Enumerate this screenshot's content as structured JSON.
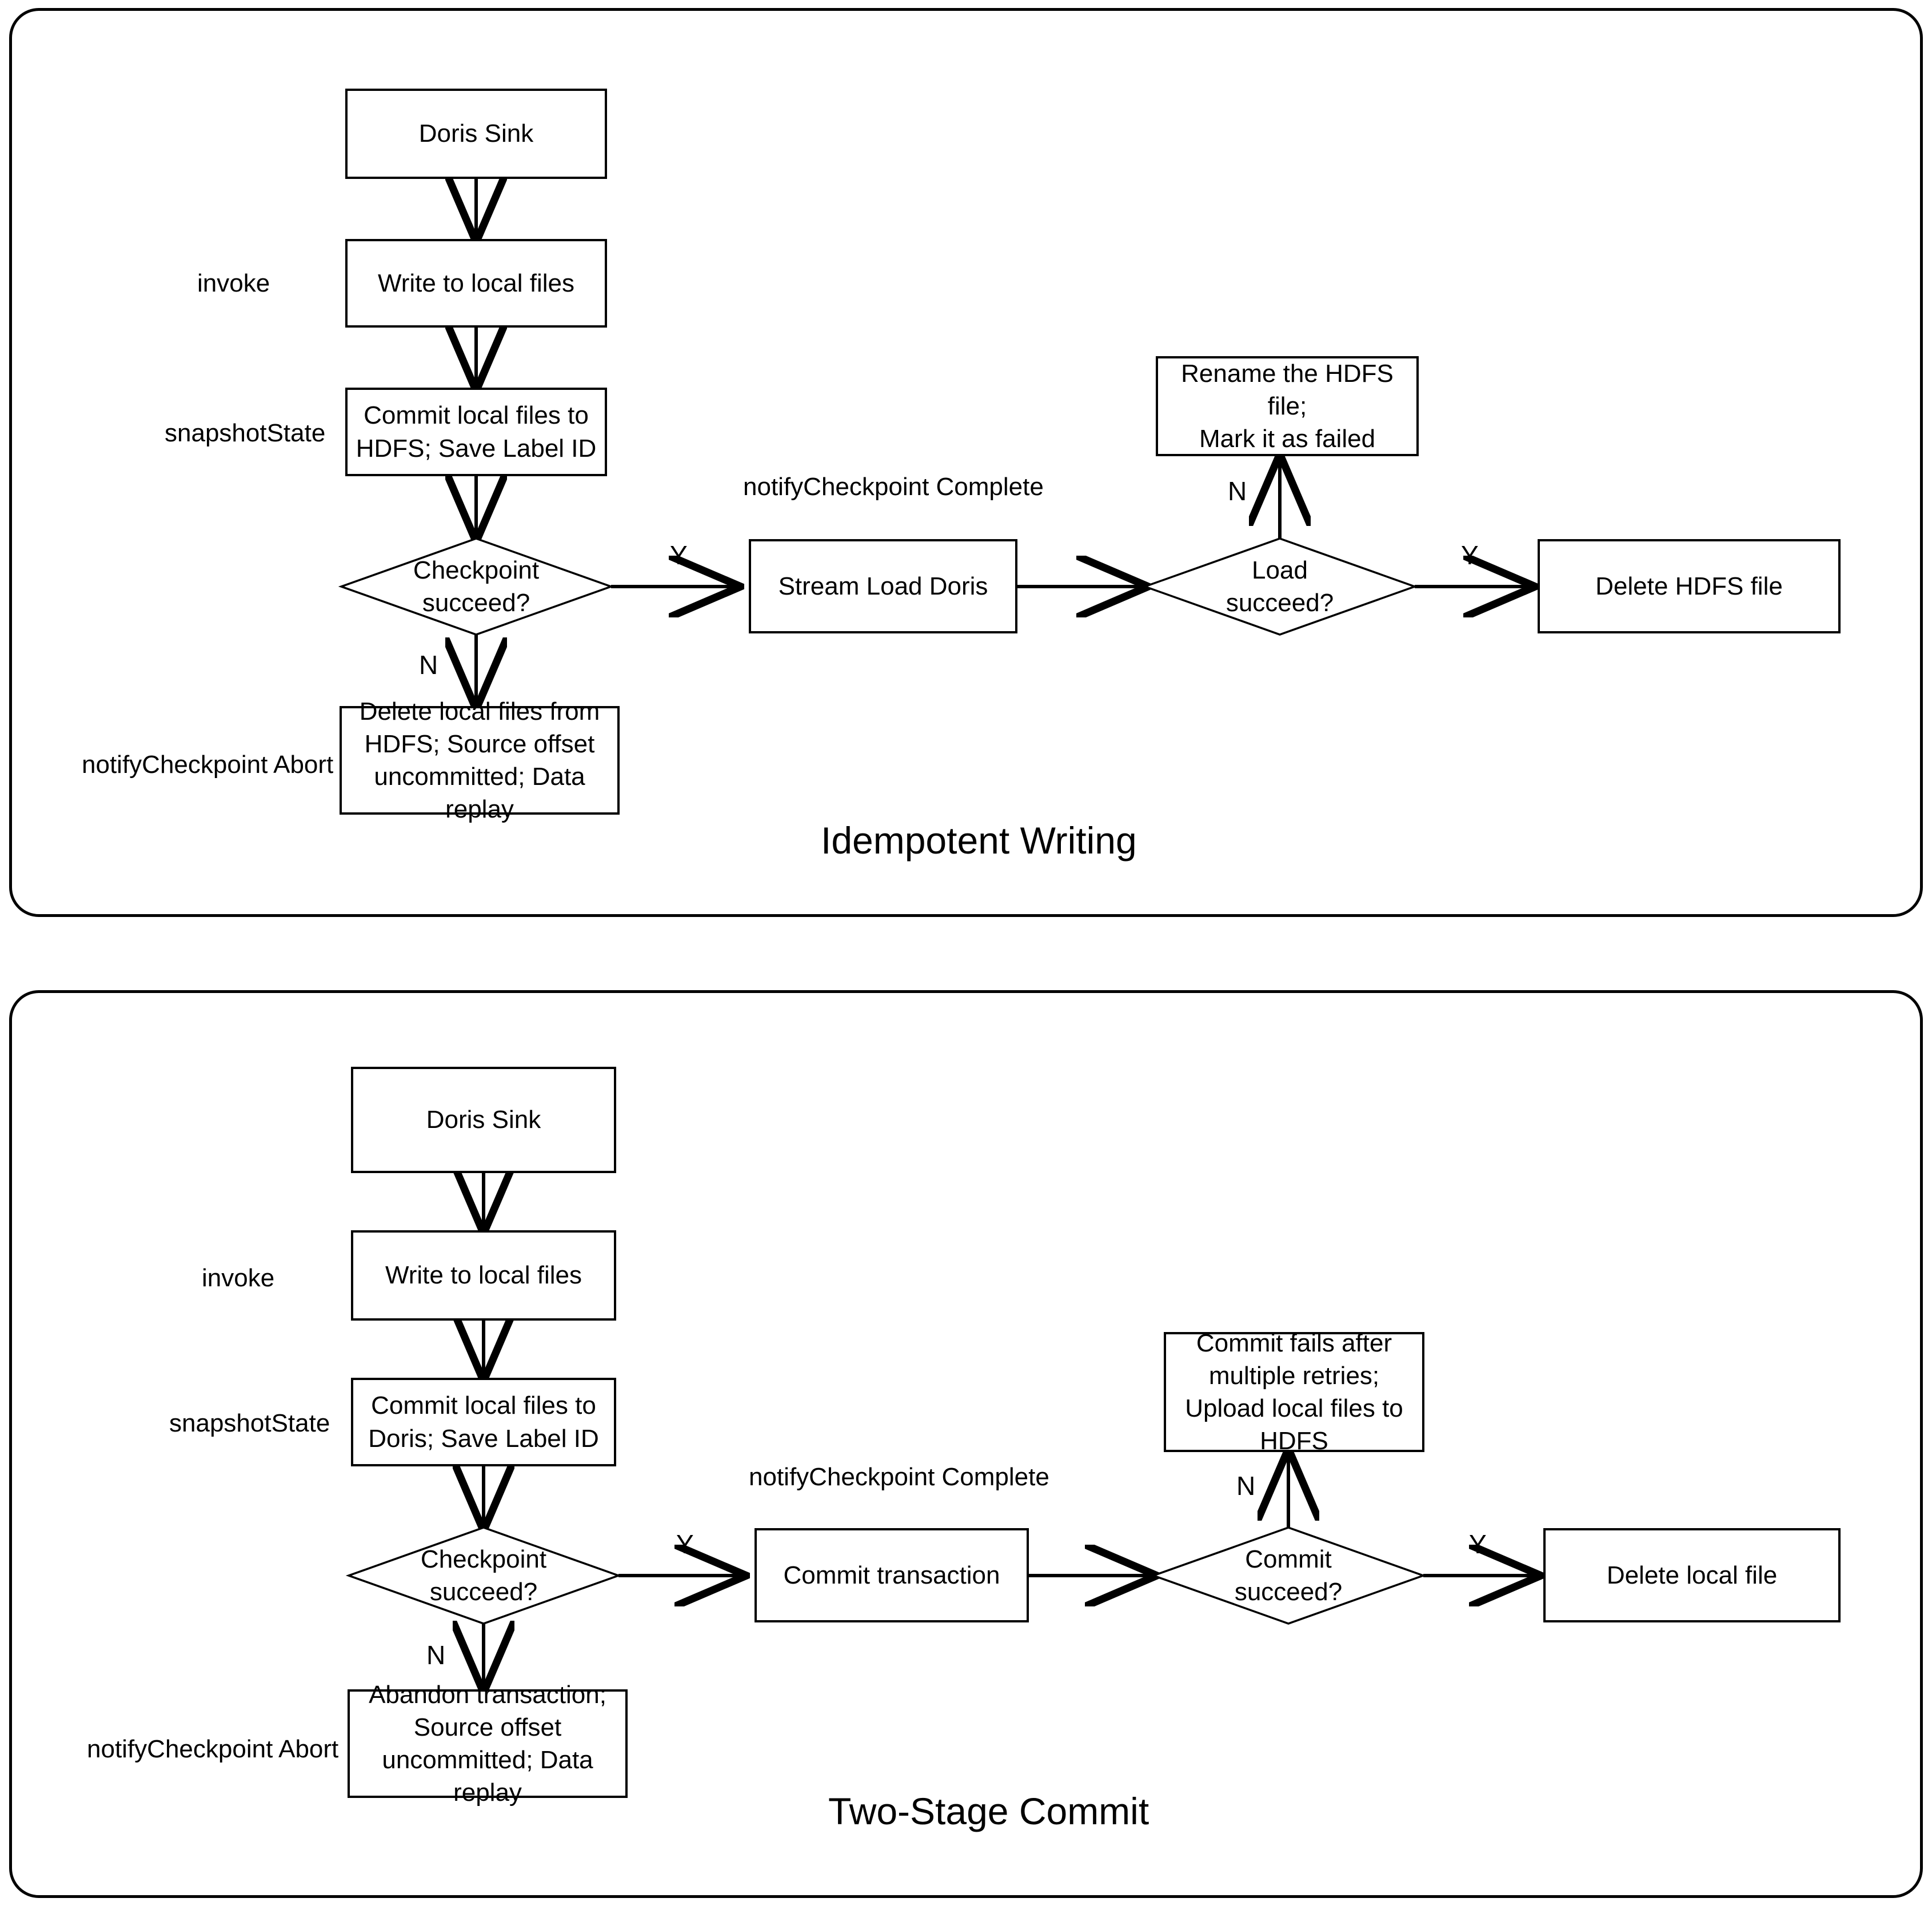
{
  "diagram": {
    "type": "flowchart",
    "panels": [
      {
        "id": "idempotent-writing",
        "title": "Idempotent Writing",
        "stage_labels": [
          {
            "id": "invoke",
            "text": "invoke"
          },
          {
            "id": "snapshot-state",
            "text": "snapshotState"
          },
          {
            "id": "notify-checkpoint-complete",
            "text": "notifyCheckpoint Complete"
          },
          {
            "id": "notify-checkpoint-abort",
            "text": "notifyCheckpoint Abort"
          }
        ],
        "nodes": [
          {
            "id": "doris-sink",
            "shape": "box",
            "text": "Doris Sink"
          },
          {
            "id": "write-local-files",
            "shape": "box",
            "text": "Write to local files"
          },
          {
            "id": "commit-local-files",
            "shape": "box",
            "text": "Commit local files to HDFS; Save Label ID"
          },
          {
            "id": "checkpoint-succeed",
            "shape": "diamond",
            "text": "Checkpoint succeed?"
          },
          {
            "id": "delete-local-files",
            "shape": "box",
            "text": "Delete local files from HDFS; Source offset uncommitted; Data replay"
          },
          {
            "id": "stream-load-doris",
            "shape": "box",
            "text": "Stream Load Doris"
          },
          {
            "id": "load-succeed",
            "shape": "diamond",
            "text": "Load succeed?"
          },
          {
            "id": "rename-hdfs-file",
            "shape": "box",
            "text": "Rename the HDFS file; Mark it as failed"
          },
          {
            "id": "delete-hdfs-file",
            "shape": "box",
            "text": "Delete HDFS file"
          }
        ],
        "edges": [
          {
            "from": "doris-sink",
            "to": "write-local-files",
            "label": ""
          },
          {
            "from": "write-local-files",
            "to": "commit-local-files",
            "label": ""
          },
          {
            "from": "commit-local-files",
            "to": "checkpoint-succeed",
            "label": ""
          },
          {
            "from": "checkpoint-succeed",
            "to": "stream-load-doris",
            "label": "Y"
          },
          {
            "from": "checkpoint-succeed",
            "to": "delete-local-files",
            "label": "N"
          },
          {
            "from": "stream-load-doris",
            "to": "load-succeed",
            "label": ""
          },
          {
            "from": "load-succeed",
            "to": "delete-hdfs-file",
            "label": "Y"
          },
          {
            "from": "load-succeed",
            "to": "rename-hdfs-file",
            "label": "N"
          }
        ]
      },
      {
        "id": "two-stage-commit",
        "title": "Two-Stage Commit",
        "stage_labels": [
          {
            "id": "invoke",
            "text": "invoke"
          },
          {
            "id": "snapshot-state",
            "text": "snapshotState"
          },
          {
            "id": "notify-checkpoint-complete",
            "text": "notifyCheckpoint Complete"
          },
          {
            "id": "notify-checkpoint-abort",
            "text": "notifyCheckpoint Abort"
          }
        ],
        "nodes": [
          {
            "id": "doris-sink",
            "shape": "box",
            "text": "Doris Sink"
          },
          {
            "id": "write-local-files",
            "shape": "box",
            "text": "Write to local files"
          },
          {
            "id": "commit-local-files",
            "shape": "box",
            "text": "Commit local files to Doris; Save Label ID"
          },
          {
            "id": "checkpoint-succeed",
            "shape": "diamond",
            "text": "Checkpoint succeed?"
          },
          {
            "id": "abandon-transaction",
            "shape": "box",
            "text": "Abandon transaction; Source offset uncommitted; Data replay"
          },
          {
            "id": "commit-transaction",
            "shape": "box",
            "text": "Commit transaction"
          },
          {
            "id": "commit-succeed",
            "shape": "diamond",
            "text": "Commit succeed?"
          },
          {
            "id": "commit-fails-upload",
            "shape": "box",
            "text": "Commit fails after multiple retries; Upload local files to HDFS"
          },
          {
            "id": "delete-local-file",
            "shape": "box",
            "text": "Delete local file"
          }
        ],
        "edges": [
          {
            "from": "doris-sink",
            "to": "write-local-files",
            "label": ""
          },
          {
            "from": "write-local-files",
            "to": "commit-local-files",
            "label": ""
          },
          {
            "from": "commit-local-files",
            "to": "checkpoint-succeed",
            "label": ""
          },
          {
            "from": "checkpoint-succeed",
            "to": "commit-transaction",
            "label": "Y"
          },
          {
            "from": "checkpoint-succeed",
            "to": "abandon-transaction",
            "label": "N"
          },
          {
            "from": "commit-transaction",
            "to": "commit-succeed",
            "label": ""
          },
          {
            "from": "commit-succeed",
            "to": "delete-local-file",
            "label": "Y"
          },
          {
            "from": "commit-succeed",
            "to": "commit-fails-upload",
            "label": "N"
          }
        ]
      }
    ]
  },
  "p1": {
    "title": "Idempotent Writing",
    "label_invoke": "invoke",
    "label_snapshot": "snapshotState",
    "label_notify_complete": "notifyCheckpoint Complete",
    "label_notify_abort": "notifyCheckpoint Abort",
    "doris_sink": "Doris Sink",
    "write_local": "Write to local files",
    "commit_local_l1": "Commit local files to",
    "commit_local_l2": "HDFS; Save Label ID",
    "checkpoint_l1": "Checkpoint",
    "checkpoint_l2": "succeed?",
    "delete_local_l1": "Delete local files from",
    "delete_local_l2": "HDFS; Source offset",
    "delete_local_l3": "uncommitted; Data replay",
    "stream_load": "Stream Load Doris",
    "load_succeed_l1": "Load",
    "load_succeed_l2": "succeed?",
    "rename_l1": "Rename the HDFS file;",
    "rename_l2": "Mark it as failed",
    "delete_hdfs": "Delete HDFS file",
    "y1": "Y",
    "n1": "N",
    "y2": "Y",
    "n2": "N"
  },
  "p2": {
    "title": "Two-Stage Commit",
    "label_invoke": "invoke",
    "label_snapshot": "snapshotState",
    "label_notify_complete": "notifyCheckpoint Complete",
    "label_notify_abort": "notifyCheckpoint Abort",
    "doris_sink": "Doris Sink",
    "write_local": "Write to local files",
    "commit_local_l1": "Commit local files to",
    "commit_local_l2": "Doris; Save Label ID",
    "checkpoint_l1": "Checkpoint",
    "checkpoint_l2": "succeed?",
    "abandon_l1": "Abandon transaction;",
    "abandon_l2": "Source offset",
    "abandon_l3": "uncommitted; Data replay",
    "commit_txn": "Commit transaction",
    "commit_succeed_l1": "Commit",
    "commit_succeed_l2": "succeed?",
    "fails_l1": "Commit fails after",
    "fails_l2": "multiple retries;",
    "fails_l3": "Upload local files to",
    "fails_l4": "HDFS",
    "delete_local_file": "Delete local file",
    "y1": "Y",
    "n1": "N",
    "y2": "Y",
    "n2": "N"
  },
  "colors": {
    "stroke": "#000000",
    "background": "#ffffff"
  }
}
